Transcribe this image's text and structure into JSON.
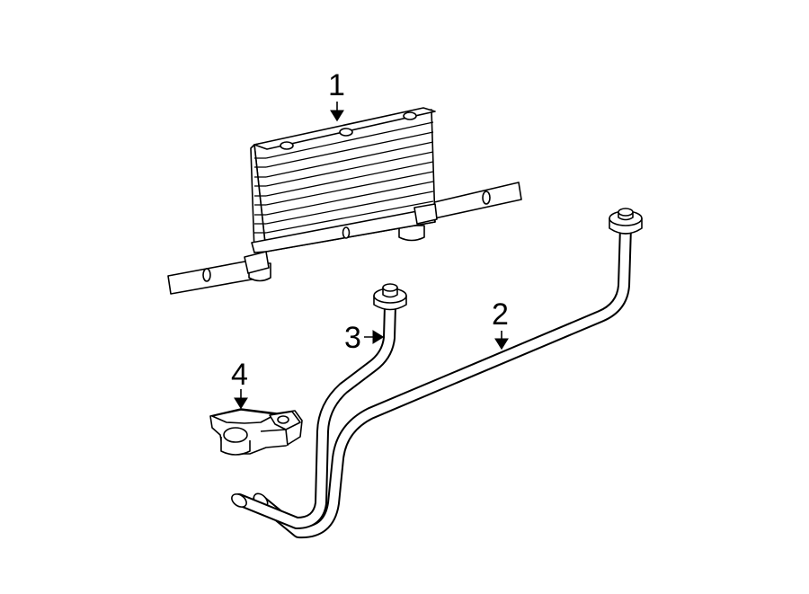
{
  "callouts": {
    "c1": "1",
    "c2": "2",
    "c3": "3",
    "c4": "4"
  },
  "colors": {
    "line": "#000000",
    "fill": "#ffffff"
  }
}
